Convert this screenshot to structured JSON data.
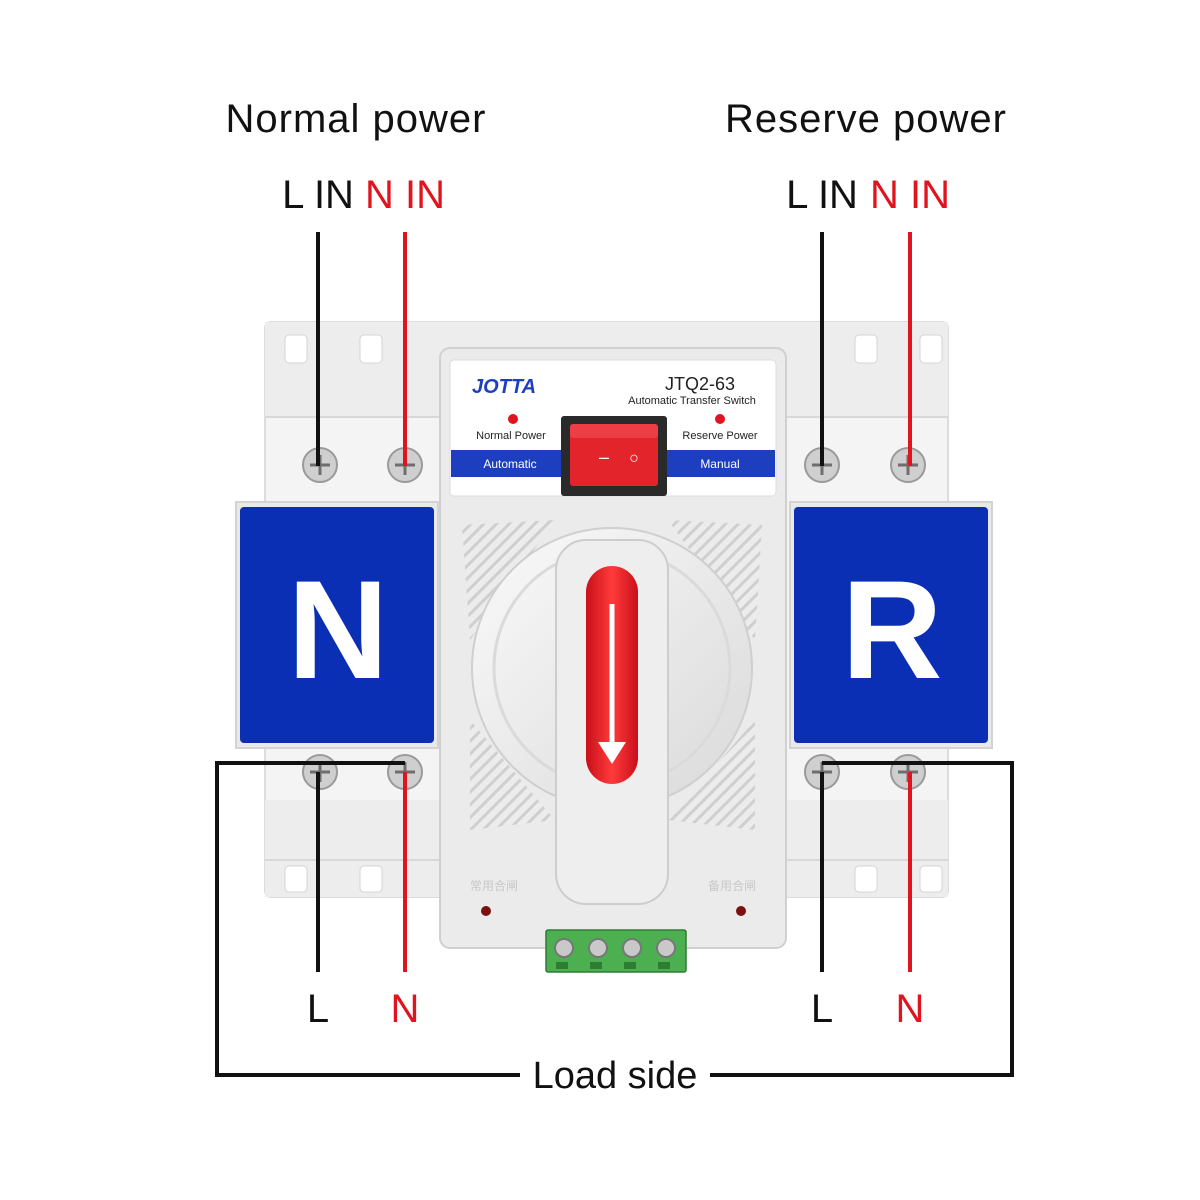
{
  "headings": {
    "normal": "Normal power",
    "reserve": "Reserve power"
  },
  "inputs": {
    "normal_l": "L IN",
    "normal_n": "N IN",
    "reserve_l": "L IN",
    "reserve_n": "N IN"
  },
  "device": {
    "brand": "JOTTA",
    "model": "JTQ2-63",
    "subtitle": "Automatic  Transfer  Switch",
    "normal_indicator": "Normal Power",
    "reserve_indicator": "Reserve Power",
    "mode_automatic": "Automatic",
    "mode_manual": "Manual",
    "rocker_symbols": {
      "off": "–",
      "on": "○"
    },
    "module_left": "N",
    "module_right": "R",
    "bottom_left_stamp": "常用合闸",
    "bottom_right_stamp": "备用合闸"
  },
  "outputs": {
    "left_l": "L",
    "left_n": "N",
    "right_l": "L",
    "right_n": "N"
  },
  "load_side": "Load side",
  "colors": {
    "live_wire": "#111111",
    "neutral_wire": "#e0141e",
    "module_blue": "#0a2fb5",
    "band_blue": "#1d3fbf",
    "rocker_red": "#e3242b",
    "terminal_green": "#4caf50",
    "housing": "#f1f1f1"
  }
}
